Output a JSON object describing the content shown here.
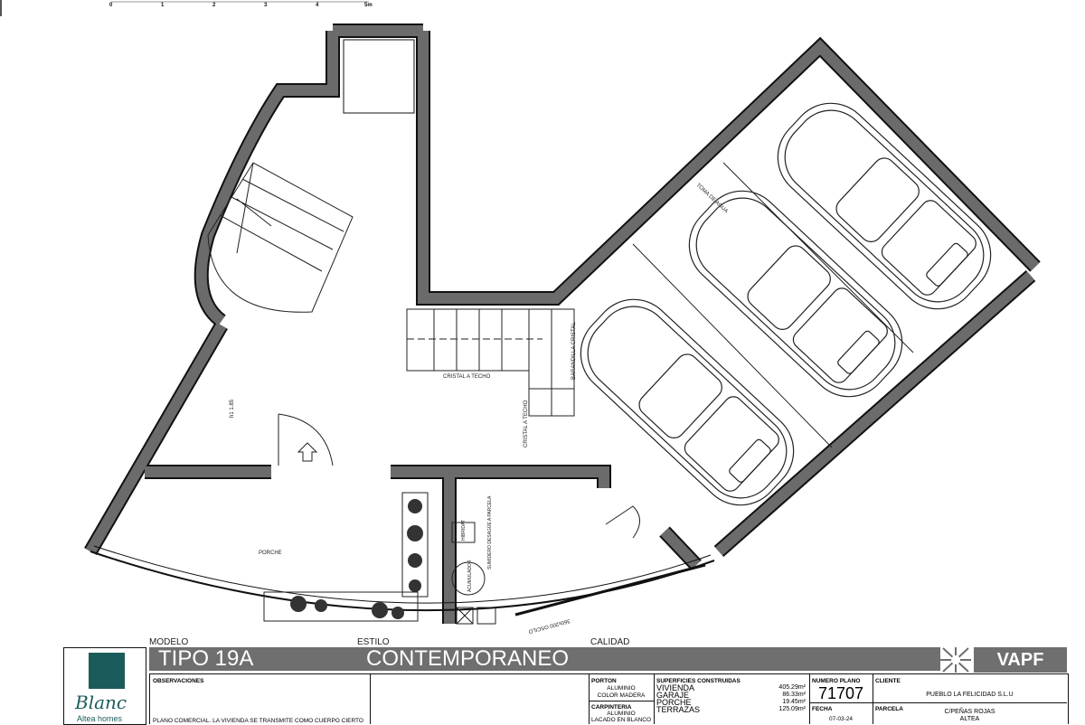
{
  "scale_bar": [
    "0",
    "1",
    "2",
    "3",
    "4",
    "5m"
  ],
  "plan_labels": {
    "cristal_techo_1": "CRISTAL A TECHO",
    "cristal_techo_2": "CRISTAL A TECHO",
    "barandilla": "BARANDILLA CRISTAL",
    "toma_agua": "TOMA DE AGUA",
    "porche": "PORCHE",
    "altura": "h1 1.85",
    "acumulador": "ACUMULADOR",
    "hibridat": "HIBRIDAT",
    "sumidero": "SUMIDERO DESAGÜE A PARCELA",
    "oscilo": "360x200 OSCILO"
  },
  "title_block": {
    "modelo_label": "MODELO",
    "modelo": "TIPO 19A",
    "estilo_label": "ESTILO",
    "estilo": "CONTEMPORANEO",
    "calidad_label": "CALIDAD",
    "brand": "VAPF",
    "logo_name": "Blanc",
    "logo_sub": "Altea homes",
    "observaciones_label": "OBSERVACIONES",
    "observaciones": "PLANO COMERCIAL. LA VIVIENDA SE TRANSMITE COMO CUERPO CIERTO",
    "porton_label": "PORTON",
    "porton": [
      "ALUMINIO",
      "COLOR MADERA"
    ],
    "carpinteria_label": "CARPINTERIA",
    "carpinteria": [
      "ALUMINIO",
      "LACADO EN BLANCO"
    ],
    "superficies_label": "SUPERFICIES CONSTRUIDAS",
    "superficies": [
      {
        "name": "VIVIENDA",
        "value": "405.29m²"
      },
      {
        "name": "GARAJE",
        "value": "86.33m²"
      },
      {
        "name": "PORCHE",
        "value": "19.45m²"
      },
      {
        "name": "TERRAZAS",
        "value": "125.09m²"
      }
    ],
    "numero_plano_label": "NUMERO PLANO",
    "numero_plano": "71707",
    "fecha_label": "FECHA",
    "fecha": "07-03-24",
    "cliente_label": "CLIENTE",
    "cliente": "PUEBLO LA FELICIDAD S.L.U",
    "parcela_label": "PARCELA",
    "parcela": [
      "C/PEÑAS ROJAS",
      "ALTEA"
    ]
  },
  "colors": {
    "wall": "#6b6b6b",
    "brand": "#1c5b5b",
    "bar": "#6f6f6f"
  }
}
